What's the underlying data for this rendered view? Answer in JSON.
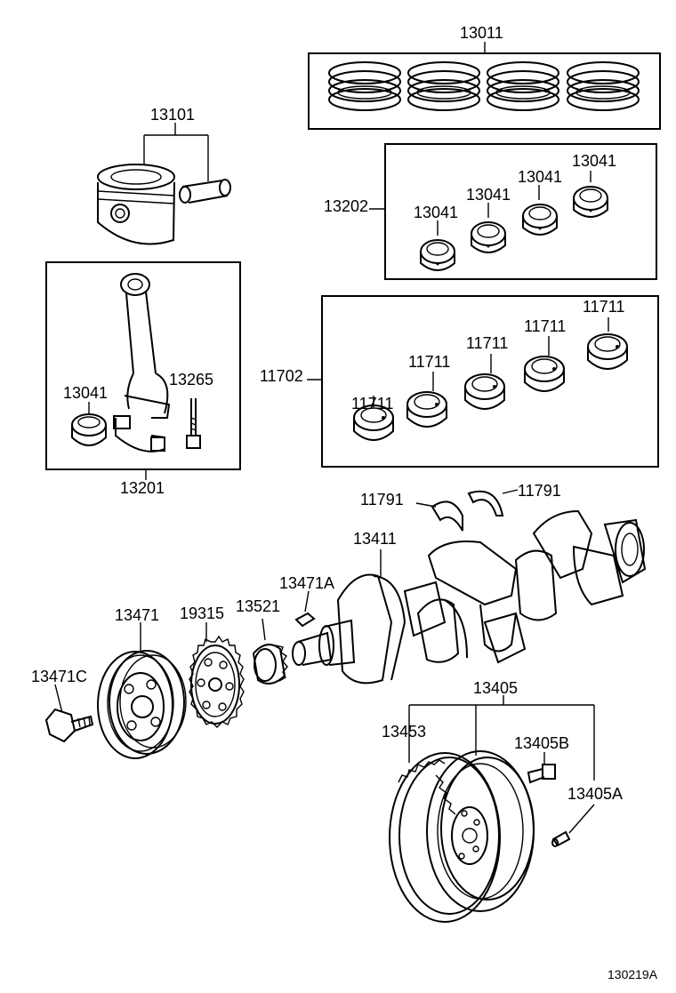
{
  "labels": {
    "piston_rings": "13011",
    "piston": "13101",
    "rod_bearing_set": "13202",
    "rod_bearing_a": "13041",
    "rod_bearing_b": "13041",
    "rod_bearing_c": "13041",
    "rod_bearing_d": "13041",
    "rod_bearing_rod": "13041",
    "rod_bolt": "13265",
    "connecting_rod": "13201",
    "main_bearing_set": "11702",
    "main_bearing_1": "11711",
    "main_bearing_2": "11711",
    "main_bearing_3": "11711",
    "main_bearing_4": "11711",
    "main_bearing_5": "11711",
    "thrust_washer_left": "11791",
    "thrust_washer_right": "11791",
    "crankshaft": "13411",
    "crank_key": "13471A",
    "crank_pulley": "13471",
    "sprocket": "19315",
    "timing_gear": "13521",
    "pulley_bolt": "13471C",
    "flywheel_set": "13405",
    "ring_gear": "13453",
    "flywheel_bolt": "13405B",
    "flywheel_pin": "13405A"
  },
  "reference_code": "130219A"
}
